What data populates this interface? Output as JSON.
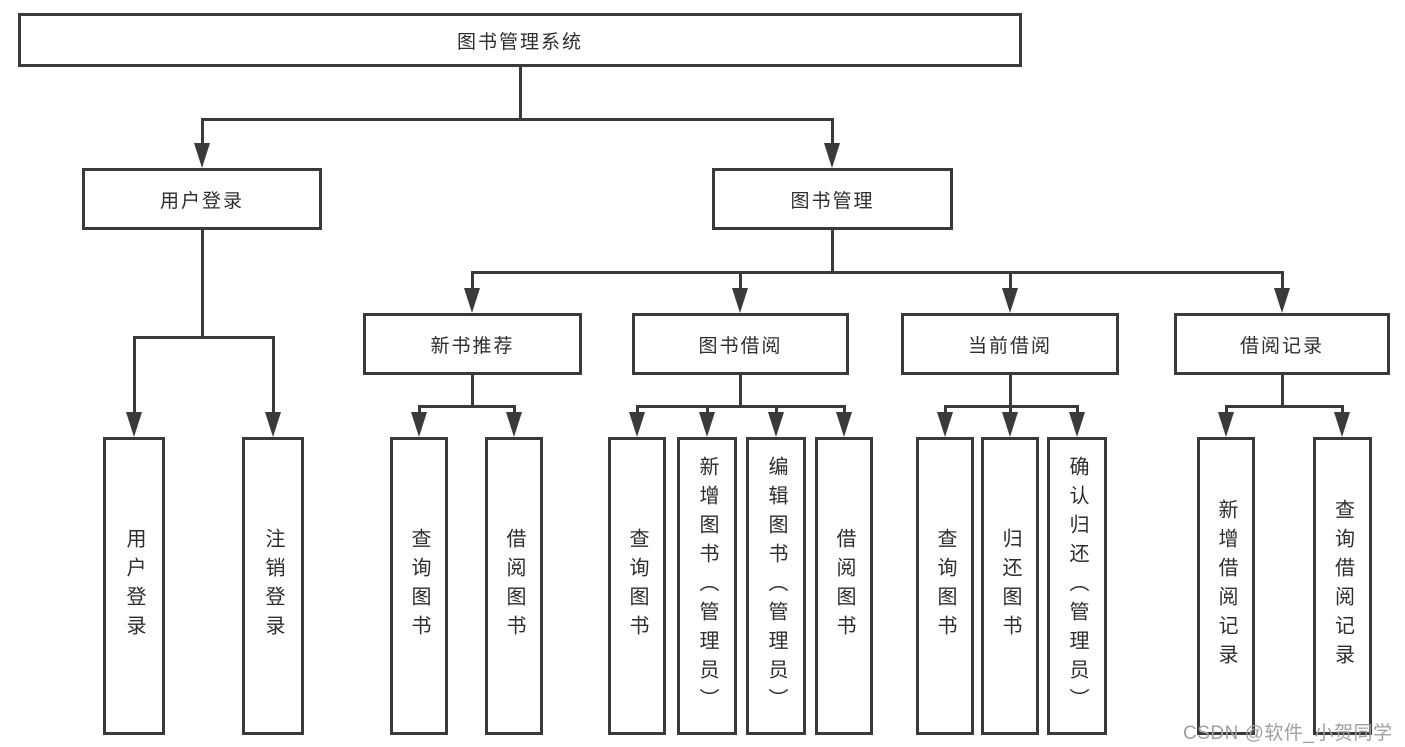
{
  "diagram_colors": {
    "line": "#3a3a3a",
    "text": "#2d2d2d",
    "background": "#ffffff",
    "watermark": "#a0a0a0"
  },
  "tree": {
    "root": {
      "label": "图书管理系统",
      "children": [
        {
          "label": "用户登录",
          "children": [
            {
              "label": "用户登录"
            },
            {
              "label": "注销登录"
            }
          ]
        },
        {
          "label": "图书管理",
          "children": [
            {
              "label": "新书推荐",
              "children": [
                {
                  "label": "查询图书"
                },
                {
                  "label": "借阅图书"
                }
              ]
            },
            {
              "label": "图书借阅",
              "children": [
                {
                  "label": "查询图书"
                },
                {
                  "label": "新增图书（管理员）"
                },
                {
                  "label": "编辑图书（管理员）"
                },
                {
                  "label": "借阅图书"
                }
              ]
            },
            {
              "label": "当前借阅",
              "children": [
                {
                  "label": "查询图书"
                },
                {
                  "label": "归还图书"
                },
                {
                  "label": "确认归还（管理员）"
                }
              ]
            },
            {
              "label": "借阅记录",
              "children": [
                {
                  "label": "新增借阅记录"
                },
                {
                  "label": "查询借阅记录"
                }
              ]
            }
          ]
        }
      ]
    }
  },
  "watermark": {
    "text": "CSDN @软件_小贺同学"
  }
}
